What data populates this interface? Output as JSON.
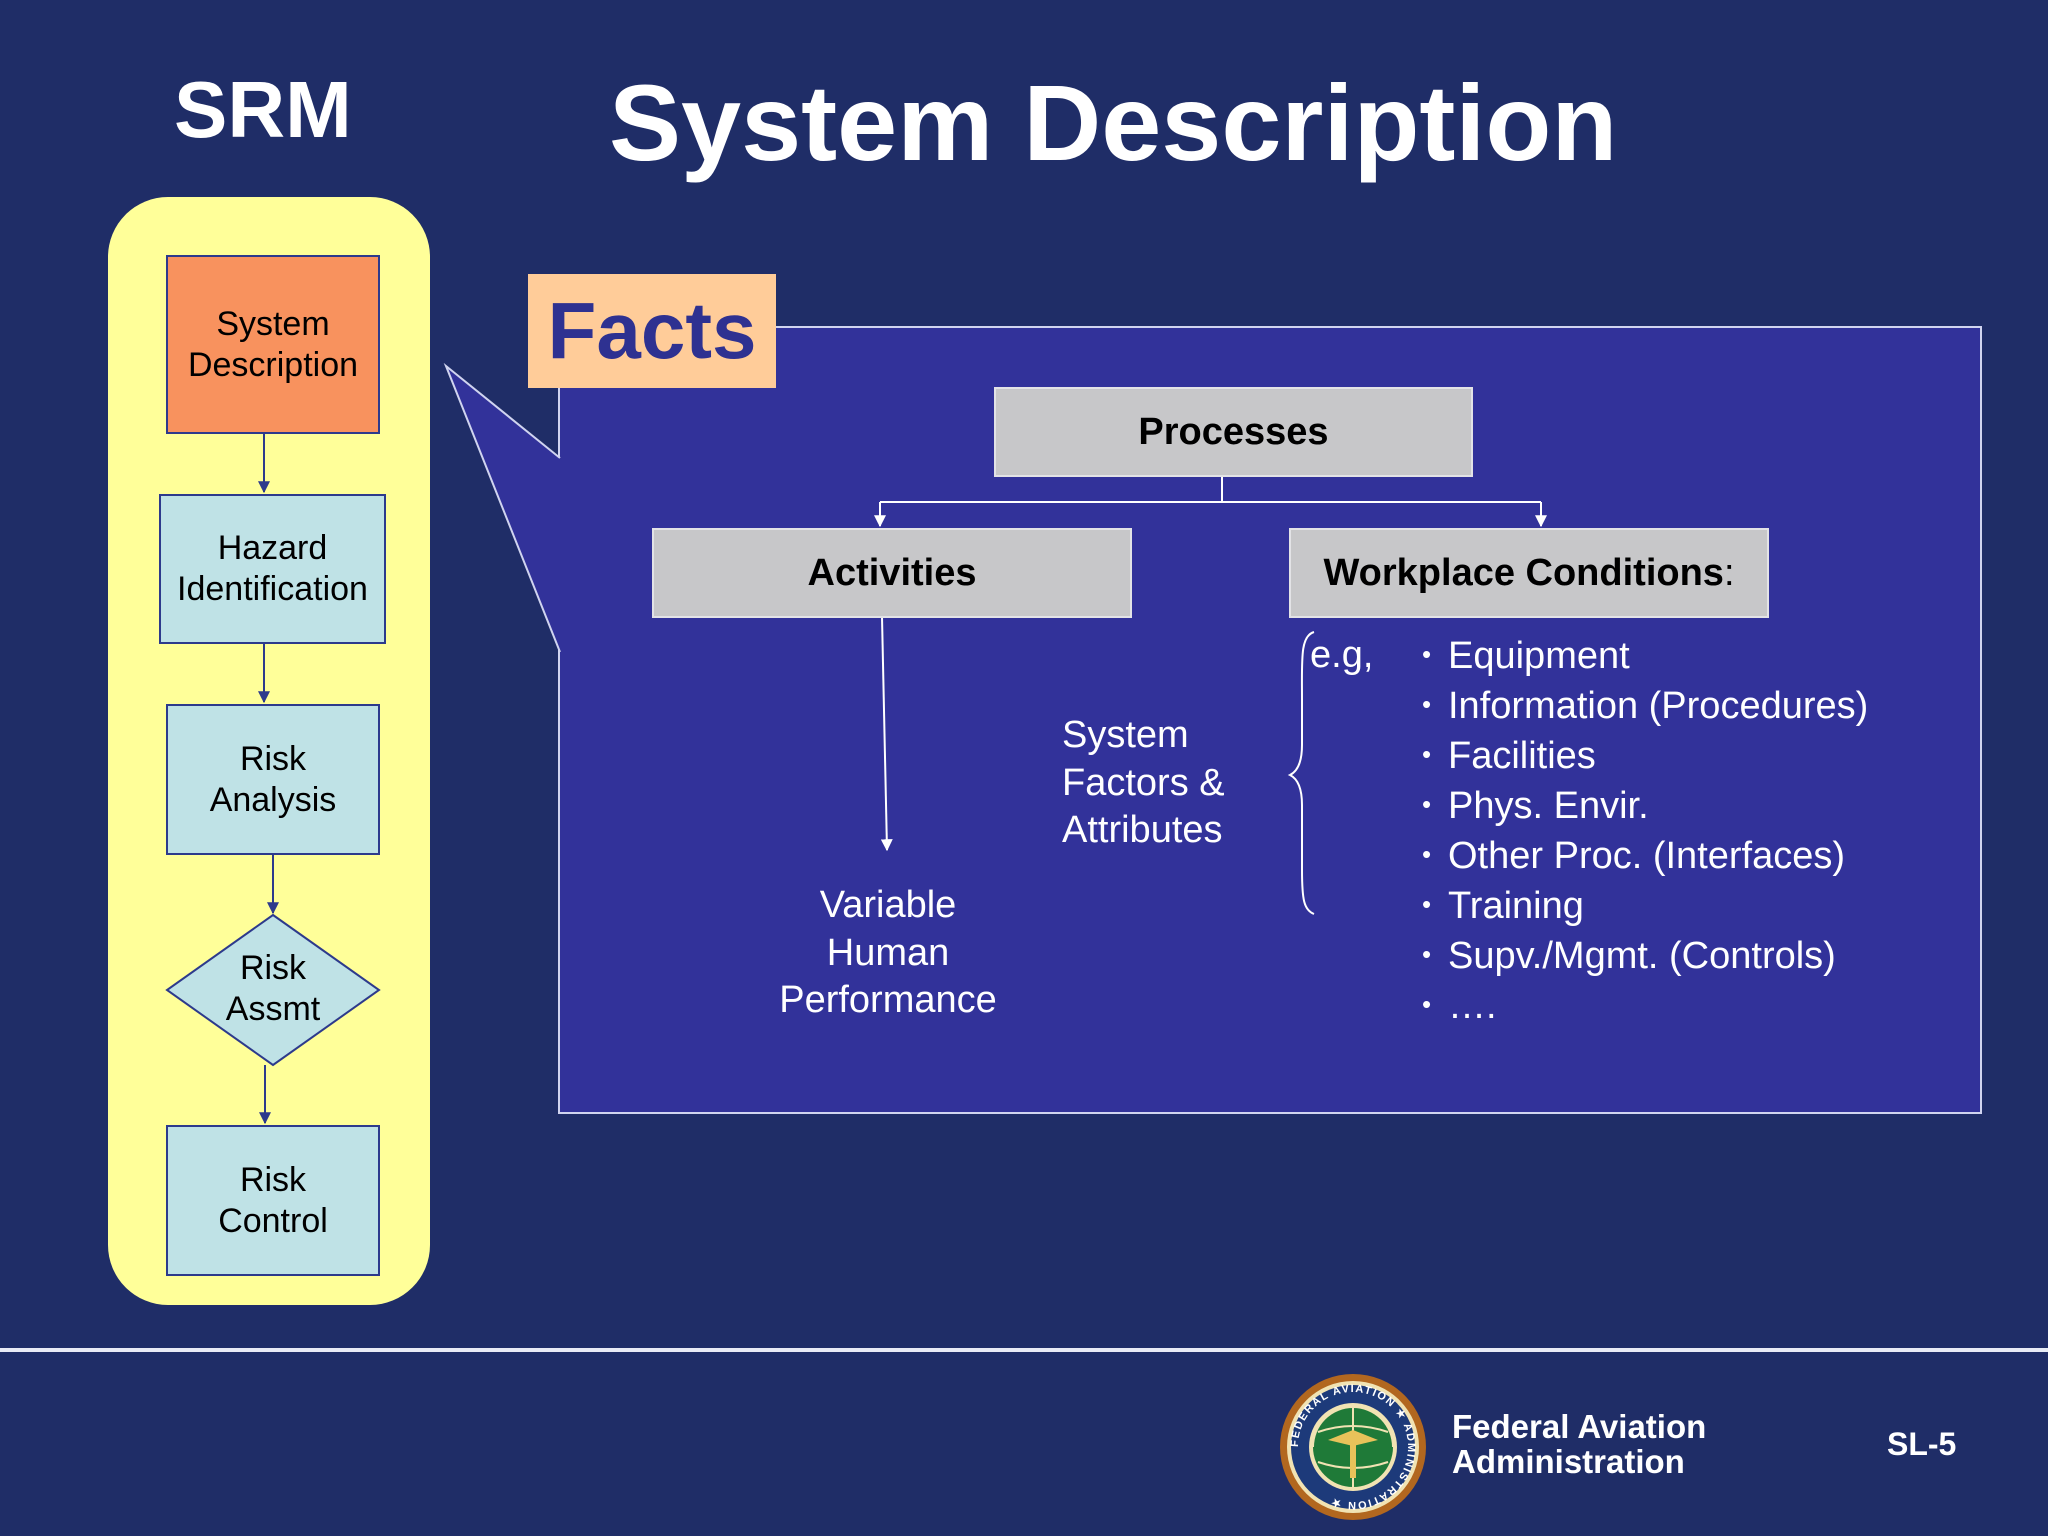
{
  "header": {
    "section_label": "SRM",
    "title": "System Description"
  },
  "srm_flow": {
    "steps": [
      {
        "lines": [
          "System",
          "Description"
        ]
      },
      {
        "lines": [
          "Hazard",
          "Identification"
        ]
      },
      {
        "lines": [
          "Risk",
          "Analysis"
        ]
      },
      {
        "lines": [
          "Risk",
          "Assmt"
        ]
      },
      {
        "lines": [
          "Risk",
          "Control"
        ]
      }
    ]
  },
  "facts": {
    "tab_label": "Facts",
    "processes_label": "Processes",
    "activities_label": "Activities",
    "workplace_label": "Workplace Conditions",
    "workplace_colon": ":",
    "human_performance_lines": [
      "Variable",
      "Human",
      "Performance"
    ],
    "system_factors_lines": [
      "System",
      "Factors &",
      "Attributes"
    ],
    "eg_label": "e.g,",
    "workplace_items": [
      "Equipment",
      "Information (Procedures)",
      "Facilities",
      "Phys. Envir.",
      "Other Proc. (Interfaces)",
      "Training",
      "Supv./Mgmt. (Controls)",
      "…."
    ],
    "bullet_char": "•"
  },
  "footer": {
    "org_line1": "Federal Aviation",
    "org_line2": "Administration",
    "slide_number": "SL-5",
    "seal_text": "FEDERAL AVIATION ★ ADMINISTRATION ★"
  },
  "colors": {
    "background": "#1f2d67",
    "sidebar": "#ffff99",
    "current_step": "#f8925e",
    "other_steps": "#bfe2e6",
    "facts_panel": "#32329a",
    "facts_tab": "#ffcc99"
  }
}
